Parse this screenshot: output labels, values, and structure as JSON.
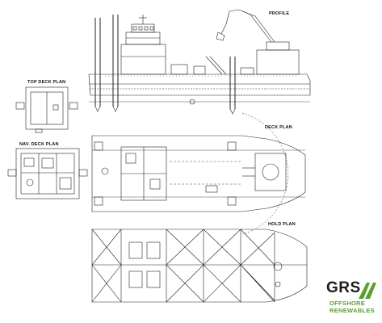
{
  "drawing": {
    "labels": {
      "profile": "PROFILE",
      "top_deck_plan": "TOP DECK PLAN",
      "nav_deck_plan": "NAV. DECK PLAN",
      "deck_plan": "DECK PLAN",
      "hold_plan": "HOLD PLAN"
    }
  },
  "logo": {
    "main": "GRS",
    "sub_line1": "OFFSHORE",
    "sub_line2": "RENEWABLES",
    "colors": {
      "dark": "#1d1d1b",
      "green": "#5aa02c"
    }
  }
}
